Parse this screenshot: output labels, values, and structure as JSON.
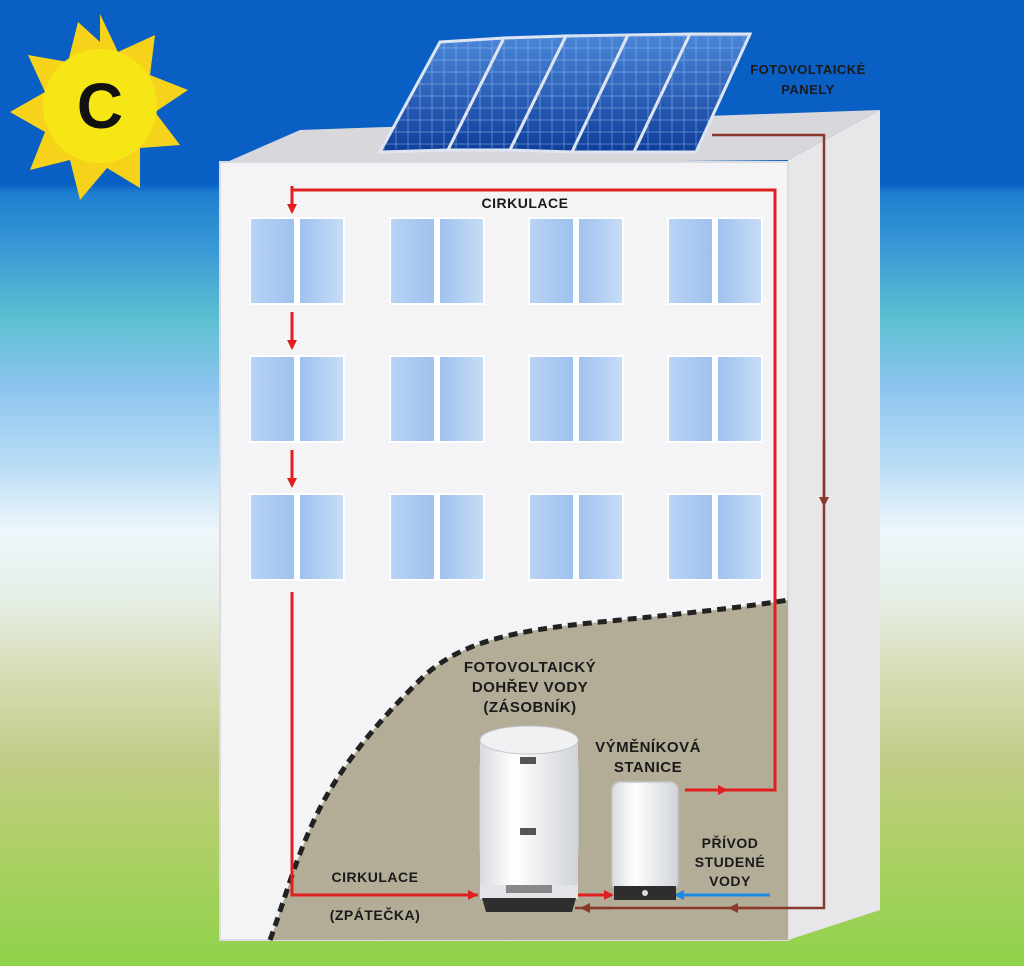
{
  "sun": {
    "letter": "C"
  },
  "labels": {
    "pv_panels": [
      "FOTOVOLTAICKÉ",
      "PANELY"
    ],
    "circulation_top": "CIRKULACE",
    "pv_heater": [
      "FOTOVOLTAICKÝ",
      "DOHŘEV VODY",
      "(ZÁSOBNÍK)"
    ],
    "exchanger_station": [
      "VÝMĚNÍKOVÁ",
      "STANICE"
    ],
    "cold_water_inlet": [
      "PŘÍVOD",
      "STUDENÉ",
      "VODY"
    ],
    "circulation_bottom": "CIRKULACE",
    "return": "(ZPÁTEČKA)"
  },
  "colors": {
    "sky_top": "#0a5fc4",
    "pipe_hot": "#e02020",
    "pipe_return": "#8a3a2a",
    "pipe_cold": "#1e88e5",
    "window_glass": "#a8c8f0",
    "basement": "#b3ad98",
    "sun": "#f7d21a"
  }
}
